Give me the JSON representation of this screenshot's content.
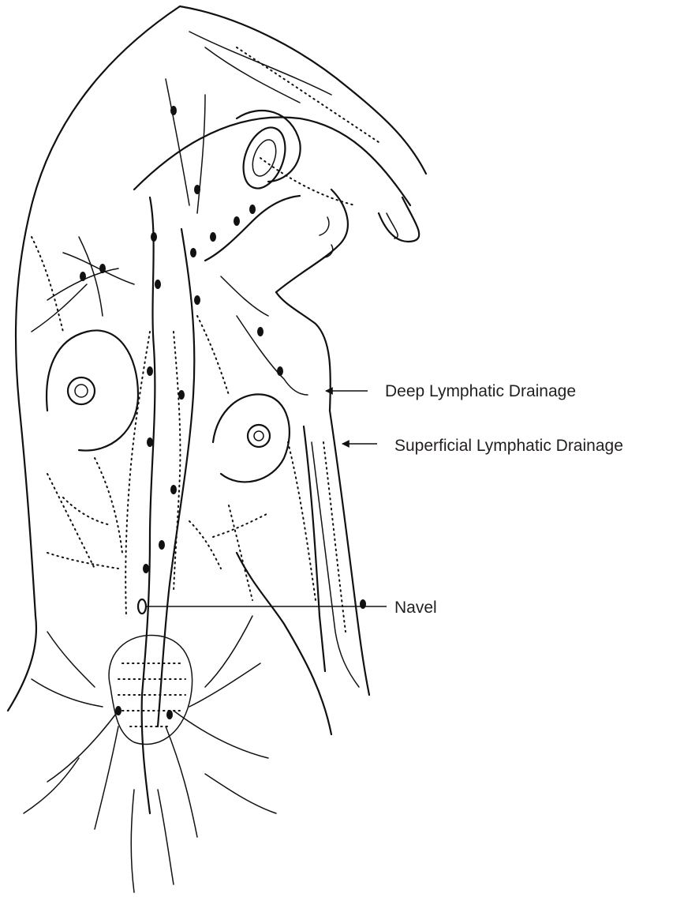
{
  "figure": {
    "description_icon": "lymphatic-system-torso-illustration",
    "line_color": "#111111",
    "label_color": "#231f20",
    "callouts": {
      "deep": "Deep Lymphatic Drainage",
      "superficial": "Superficial Lymphatic Drainage",
      "navel": "Navel"
    }
  }
}
